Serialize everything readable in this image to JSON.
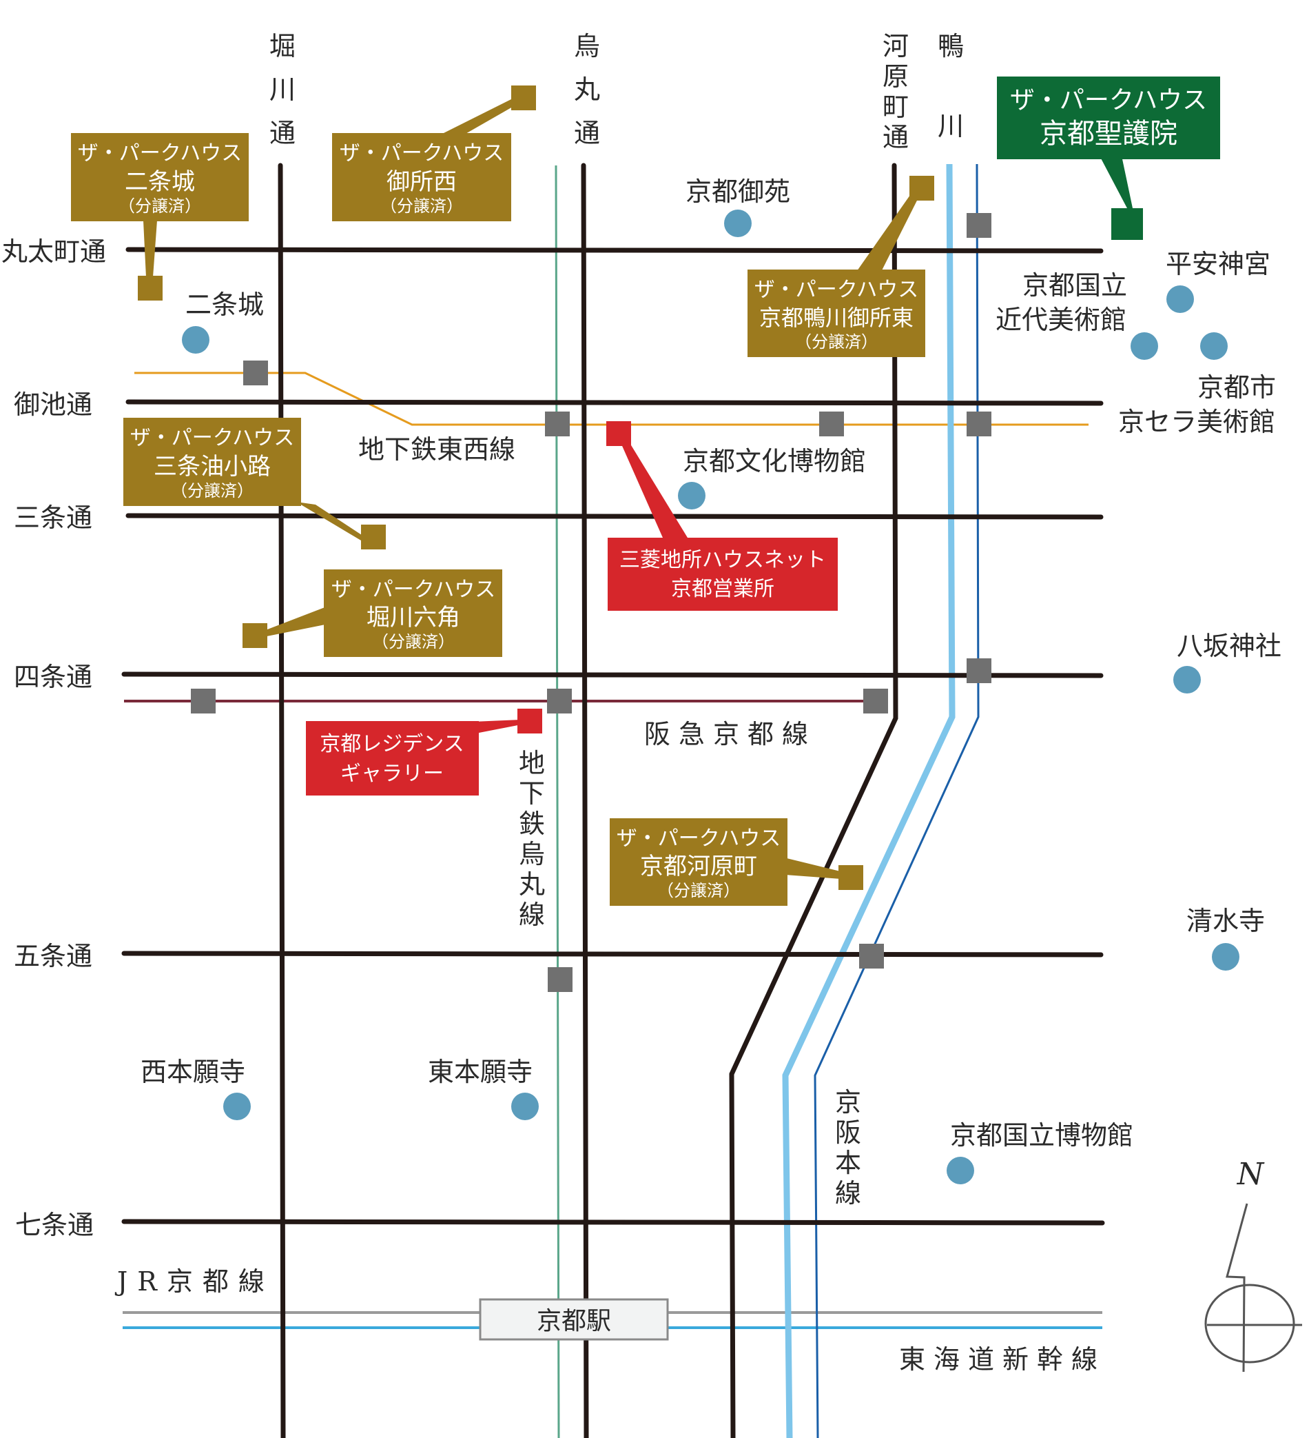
{
  "streets": {
    "horizontal": [
      "丸太町通",
      "御池通",
      "三条通",
      "四条通",
      "五条通",
      "七条通"
    ],
    "vertical": {
      "horikawa": "堀川通",
      "karasuma": "烏丸通",
      "kawaramachi": "河原町通"
    }
  },
  "river": {
    "kamogawa": "鴨川"
  },
  "rail_lines": {
    "tozai": "地下鉄東西線",
    "karasuma": "地下鉄烏丸線",
    "hankyu": "阪急京都線",
    "keihan": "京阪本線",
    "jr": "JR京都線",
    "shinkansen": "東海道新幹線"
  },
  "station": {
    "kyoto": "京都駅"
  },
  "properties": [
    {
      "name": "ザ・パークハウス",
      "sub": "二条城",
      "note": "（分譲済）"
    },
    {
      "name": "ザ・パークハウス",
      "sub": "御所西",
      "note": "（分譲済）"
    },
    {
      "name": "ザ・パークハウス",
      "sub": "京都鴨川御所東",
      "note": "（分譲済）"
    },
    {
      "name": "ザ・パークハウス",
      "sub": "三条油小路",
      "note": "（分譲済）"
    },
    {
      "name": "ザ・パークハウス",
      "sub": "堀川六角",
      "note": "（分譲済）"
    },
    {
      "name": "ザ・パークハウス",
      "sub": "京都河原町",
      "note": "（分譲済）"
    }
  ],
  "featured": {
    "name": "ザ・パークハウス",
    "sub": "京都聖護院"
  },
  "offices": [
    {
      "line1": "三菱地所ハウスネット",
      "line2": "京都営業所"
    },
    {
      "line1": "京都レジデンス",
      "line2": "ギャラリー"
    }
  ],
  "landmarks": [
    {
      "id": "gyoen",
      "label": "京都御苑"
    },
    {
      "id": "nijojo",
      "label": "二条城"
    },
    {
      "id": "heian",
      "label": "平安神宮"
    },
    {
      "id": "kindai",
      "label": "京都国立近代美術館"
    },
    {
      "id": "kyocera",
      "label": "京都市京セラ美術館"
    },
    {
      "id": "bunka",
      "label": "京都文化博物館"
    },
    {
      "id": "yasaka",
      "label": "八坂神社"
    },
    {
      "id": "kiyomizu",
      "label": "清水寺"
    },
    {
      "id": "nishihongan",
      "label": "西本願寺"
    },
    {
      "id": "higashihongan",
      "label": "東本願寺"
    },
    {
      "id": "hakubutsukan",
      "label": "京都国立博物館"
    }
  ],
  "landmark_lines": {
    "kindai": [
      "京都国立",
      "近代美術館"
    ],
    "kyocera": [
      "京都市",
      "京セラ美術館"
    ]
  },
  "compass": {
    "label": "N"
  },
  "colors": {
    "road": "#231815",
    "property": "#9c7a1e",
    "featured": "#0d6b36",
    "office": "#d6262b",
    "landmark": "#5b9cbc",
    "station_marker": "#707070",
    "tozai": "#e59b1e",
    "karasuma_line": "#5aa68a",
    "hankyu": "#7a2a3a",
    "kamogawa": "#7ec5ea",
    "keihan": "#1a5fa8",
    "jr": "#9a9a9a",
    "shinkansen": "#3aa9dc",
    "text": "#2a2a2a"
  }
}
